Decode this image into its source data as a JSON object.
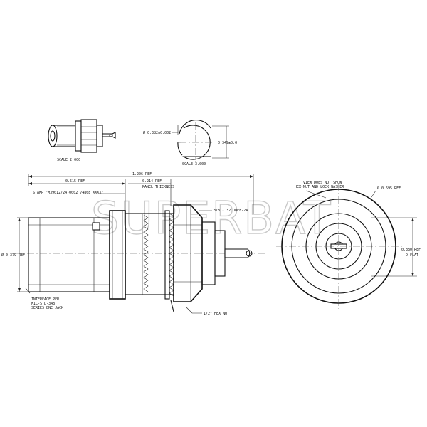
{
  "watermark": "SUPERBAT",
  "labels": {
    "scale_2": "SCALE  2.000",
    "scale_3": "SCALE  3.000",
    "dia_382": "Ø 0.382±0.002",
    "dim_349": "0.349±0.0",
    "overall_ref": "1.206 REF",
    "ref_515": "0.515 REF",
    "panel_ref": "0.214 REF",
    "panel_thickness": "PANEL THICKNESS",
    "stamp": "STAMP \"M39012/24-0002 74868 XXXX\"",
    "thread": "3/8 - 32 UNEF-2A",
    "dia_379": "Ø 0.379 REF",
    "interface_1": "INTERFACE PER",
    "interface_2": "MIL-STD-348",
    "interface_3": "SERIES BNC JACK",
    "hex_nut": "1/2\" HEX NUT",
    "view_note_1": "VIEW DOES NOT SHOW",
    "view_note_2": "HEX-NUT AND LOCK WASHER",
    "dia_595": "Ø 0.595 REF",
    "flat_1": "0.380 REF",
    "flat_2": "D FLAT"
  },
  "icons": [
    "connector-thumbnail-icon"
  ]
}
